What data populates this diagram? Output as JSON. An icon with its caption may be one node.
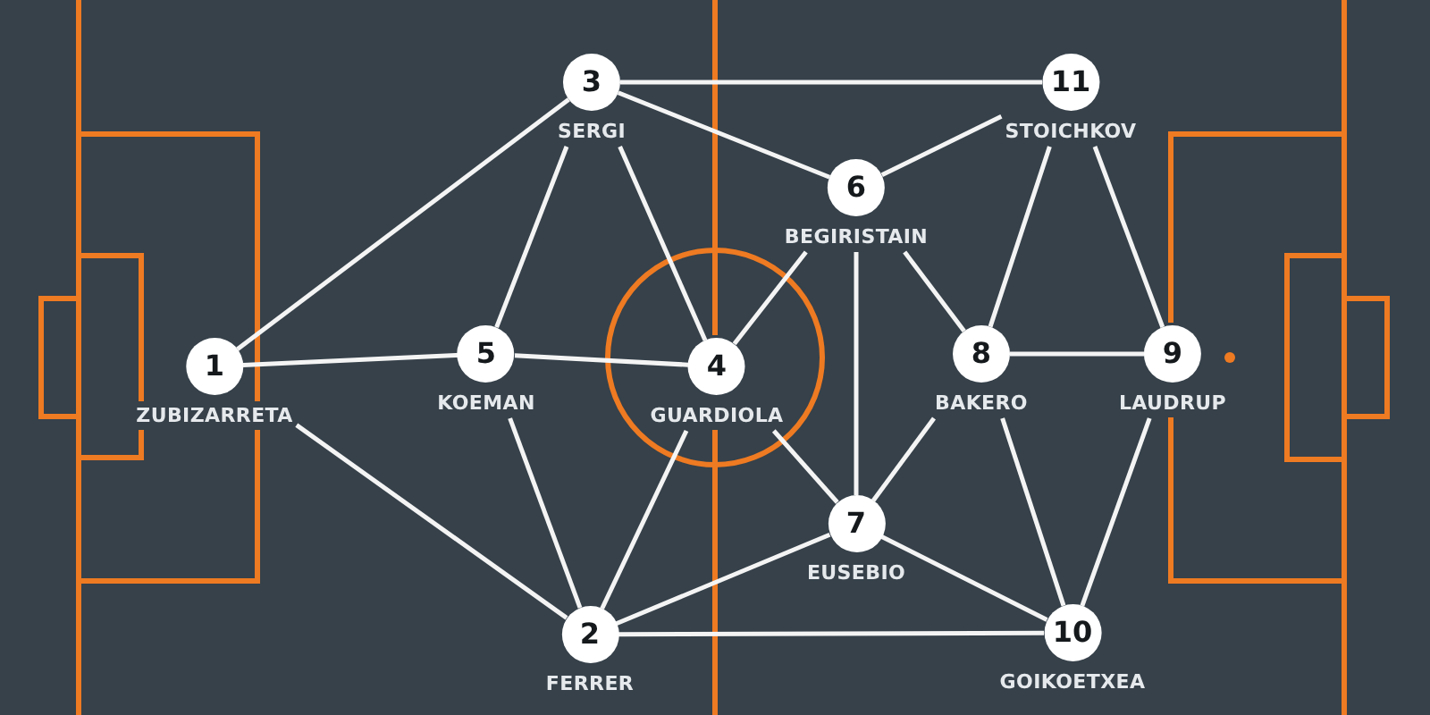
{
  "diagram": {
    "nodes": [
      {
        "text": [
          "1"
        ],
        "beside": [
          "ZUBIZARRETA"
        ]
      },
      {
        "text": [
          "2"
        ],
        "beside": [
          "FERRER"
        ]
      },
      {
        "text": [
          "3"
        ],
        "beside": [
          "SERGI"
        ]
      },
      {
        "text": [
          "4"
        ],
        "beside": [
          "GUARDIOLA"
        ]
      },
      {
        "text": [
          "5"
        ],
        "beside": [
          "KOEMAN"
        ]
      },
      {
        "text": [
          "6"
        ],
        "beside": [
          "BEGIRISTAIN"
        ]
      },
      {
        "text": [
          "7"
        ],
        "beside": [
          "EUSEBIO"
        ]
      },
      {
        "text": [
          "8"
        ],
        "beside": [
          "BAKERO"
        ]
      },
      {
        "text": [
          "9"
        ],
        "beside": [
          "LAUDRUP"
        ]
      },
      {
        "text": [
          "10"
        ],
        "beside": [
          "GOIKOETXEA"
        ]
      },
      {
        "text": [
          "11"
        ],
        "beside": [
          "STOICHKOV"
        ]
      }
    ],
    "edges": [
      {
        "from": 0,
        "to": 2,
        "arrow": "none"
      },
      {
        "from": 0,
        "to": 4,
        "arrow": "none"
      },
      {
        "from": 0,
        "to": 1,
        "arrow": "none"
      },
      {
        "from": 2,
        "to": 10,
        "arrow": "none"
      },
      {
        "from": 2,
        "to": 5,
        "arrow": "none"
      },
      {
        "from": 2,
        "to": 4,
        "arrow": "none"
      },
      {
        "from": 2,
        "to": 3,
        "arrow": "none"
      },
      {
        "from": 10,
        "to": 5,
        "arrow": "none"
      },
      {
        "from": 10,
        "to": 7,
        "arrow": "none"
      },
      {
        "from": 10,
        "to": 8,
        "arrow": "none"
      },
      {
        "from": 5,
        "to": 3,
        "arrow": "none"
      },
      {
        "from": 5,
        "to": 6,
        "arrow": "none"
      },
      {
        "from": 5,
        "to": 7,
        "arrow": "none"
      },
      {
        "from": 4,
        "to": 3,
        "arrow": "none"
      },
      {
        "from": 4,
        "to": 1,
        "arrow": "none"
      },
      {
        "from": 3,
        "to": 1,
        "arrow": "none"
      },
      {
        "from": 3,
        "to": 6,
        "arrow": "none"
      },
      {
        "from": 6,
        "to": 7,
        "arrow": "none"
      },
      {
        "from": 6,
        "to": 9,
        "arrow": "none"
      },
      {
        "from": 6,
        "to": 1,
        "arrow": "none"
      },
      {
        "from": 7,
        "to": 8,
        "arrow": "none"
      },
      {
        "from": 7,
        "to": 9,
        "arrow": "none"
      },
      {
        "from": 8,
        "to": 9,
        "arrow": "none"
      },
      {
        "from": 1,
        "to": 9,
        "arrow": "none"
      }
    ]
  }
}
